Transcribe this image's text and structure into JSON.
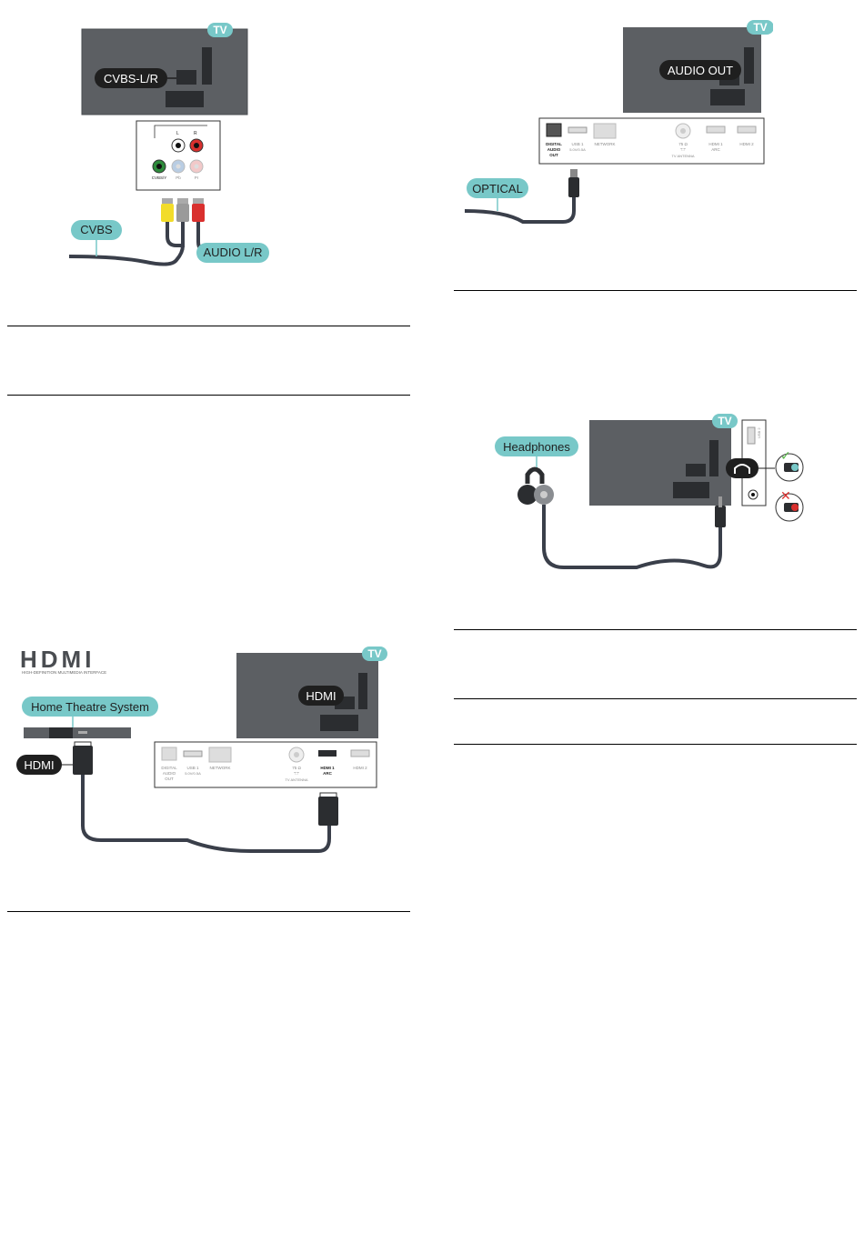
{
  "diagram_cvbs": {
    "tv_badge": "TV",
    "port_label": "CVBS-L/R",
    "panel_l": "L",
    "panel_r": "R",
    "panel_cvbs": "CVBS/Y",
    "panel_pb": "Pb",
    "panel_pr": "Pr",
    "cable_left": "CVBS",
    "cable_right": "AUDIO L/R"
  },
  "diagram_optical": {
    "tv_badge": "TV",
    "port_label": "AUDIO OUT",
    "cable_label": "OPTICAL",
    "panel_digital": "DIGITAL",
    "panel_audio": "AUDIO",
    "panel_out": "OUT",
    "panel_usb": "USB 1",
    "panel_usb_sub": "5.0V/0.5A",
    "panel_network": "NETWORK",
    "panel_ant1": "75 Ω",
    "panel_ant2": "\"□\"",
    "panel_ant3": "TV ANTENNA",
    "panel_hdmi1": "HDMI 1",
    "panel_hdmi1_sub": "ARC",
    "panel_hdmi2": "HDMI 2"
  },
  "diagram_headphones": {
    "tv_badge": "TV",
    "cable_label": "Headphones",
    "panel_usb2": "USB 2",
    "ok_mark": "✓",
    "bad_mark": "✕"
  },
  "diagram_hdmi": {
    "logo_text": "HDMI",
    "logo_sub": "HIGH-DEFINITION MULTIMEDIA INTERFACE",
    "tv_badge": "TV",
    "port_label": "HDMI",
    "device_label": "Home Theatre System",
    "cable_label": "HDMI",
    "panel_digital": "DIGITAL",
    "panel_audio": "AUDIO",
    "panel_out": "OUT",
    "panel_usb": "USB 1",
    "panel_usb_sub": "5.0V/0.5A",
    "panel_network": "NETWORK",
    "panel_ant1": "75 Ω",
    "panel_ant2": "\"□\"",
    "panel_ant3": "TV ANTENNA",
    "panel_hdmi1": "HDMI 1",
    "panel_hdmi1_sub": "ARC",
    "panel_hdmi2": "HDMI 2"
  },
  "colors": {
    "tv_body": "#5c5f63",
    "badge": "#78c8c8",
    "cable": "#3a3f4a",
    "label_dark": "#1f1f1f"
  }
}
